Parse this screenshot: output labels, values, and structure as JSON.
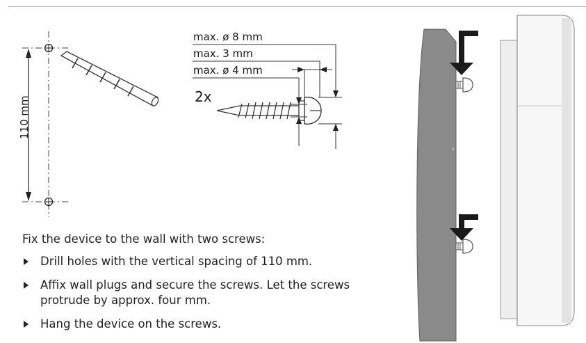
{
  "drilling": {
    "spacing_label": "110 mm"
  },
  "screw_spec": {
    "quantity_label": "2x",
    "dimensions": [
      {
        "label": "max. ø 8 mm"
      },
      {
        "label": "max. 3 mm"
      },
      {
        "label": "max. ø 4 mm"
      }
    ]
  },
  "instructions": {
    "intro": "Fix the device to the wall with two screws:",
    "steps": [
      "Drill holes with the vertical spacing of 110 mm.",
      "Affix wall plugs and secure the screws. Let the screws protrude by approx. four mm.",
      "Hang the device on the screws."
    ]
  },
  "colors": {
    "rule": "#b5b5b5",
    "wall": "#8a8a8a",
    "arrow": "#1a1a1a"
  }
}
